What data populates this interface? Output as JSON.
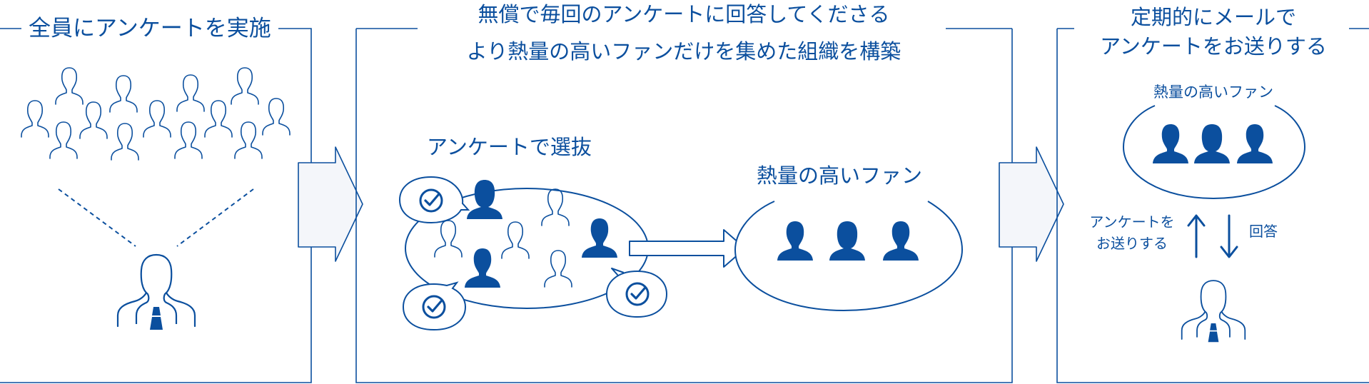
{
  "colors": {
    "brand": "#0b4f9e",
    "background": "#ffffff"
  },
  "panel1": {
    "title": "全員にアンケートを実施"
  },
  "panel2": {
    "title_line1": "無償で毎回のアンケートに回答してくださる",
    "title_line2": "より熱量の高いファンだけを集めた組織を構築",
    "select_label": "アンケートで選抜",
    "fan_label": "熱量の高いファン"
  },
  "panel3": {
    "title_line1": "定期的にメールで",
    "title_line2": "アンケートをお送りする",
    "fan_label": "熱量の高いファン",
    "send_label_line1": "アンケートを",
    "send_label_line2": "お送りする",
    "answer_label": "回答"
  },
  "icons": {
    "person_outline": "person-outline-icon",
    "person_filled": "person-filled-icon",
    "check_bubble": "check-bubble-icon",
    "presenter": "presenter-icon",
    "arrow": "arrow-right-icon"
  }
}
